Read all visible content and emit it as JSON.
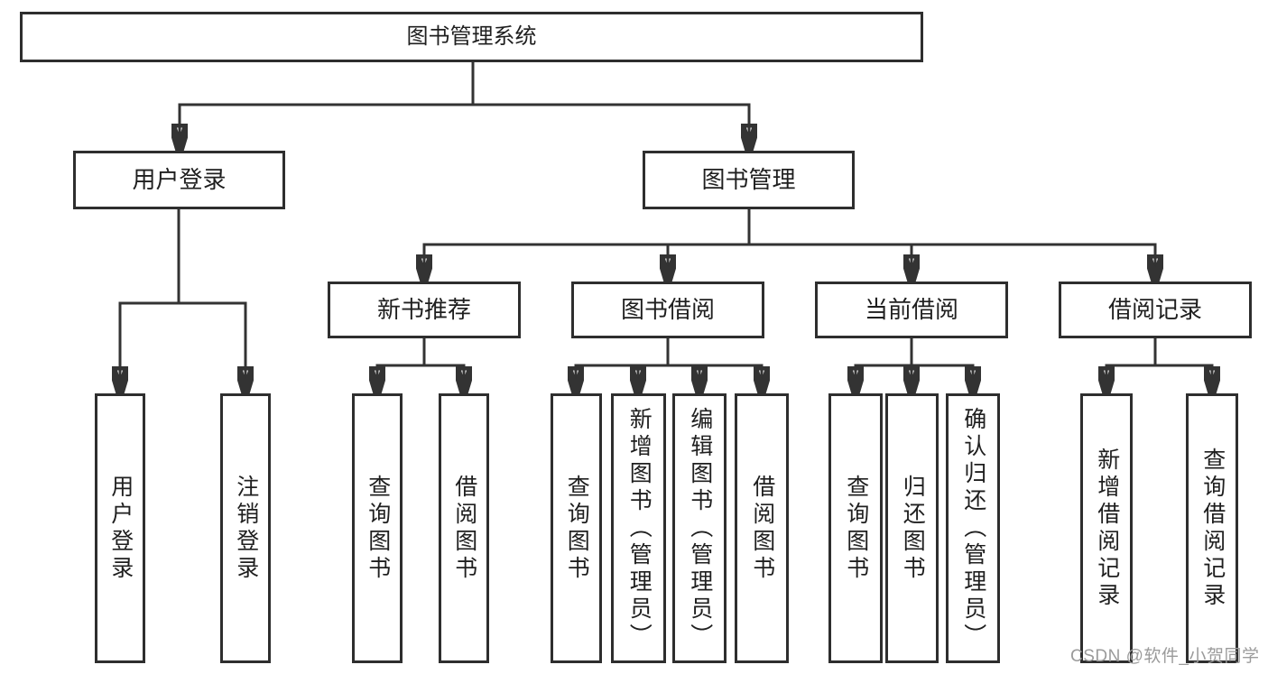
{
  "diagram_title": "图书管理系统",
  "watermark": {
    "text": "CSDN @软件_小贺同学",
    "color": "#9b9b9b"
  },
  "colors": {
    "background": "#ffffff",
    "box_border": "#2e2e2e",
    "box_fill": "#ffffff",
    "connector_line": "#333333",
    "text": "#1f1f1f",
    "watermark_text": "#9b9b9b"
  },
  "tree": {
    "root": {
      "label": "图书管理系统",
      "children": [
        {
          "label": "用户登录",
          "children": [
            {
              "label": "用户登录"
            },
            {
              "label": "注销登录"
            }
          ]
        },
        {
          "label": "图书管理",
          "children": [
            {
              "label": "新书推荐",
              "children": [
                {
                  "label": "查询图书"
                },
                {
                  "label": "借阅图书"
                }
              ]
            },
            {
              "label": "图书借阅",
              "children": [
                {
                  "label": "查询图书"
                },
                {
                  "label": "新增图书（管理员）"
                },
                {
                  "label": "编辑图书（管理员）"
                },
                {
                  "label": "借阅图书"
                }
              ]
            },
            {
              "label": "当前借阅",
              "children": [
                {
                  "label": "查询图书"
                },
                {
                  "label": "归还图书"
                },
                {
                  "label": "确认归还（管理员）"
                }
              ]
            },
            {
              "label": "借阅记录",
              "children": [
                {
                  "label": "新增借阅记录"
                },
                {
                  "label": "查询借阅记录"
                }
              ]
            }
          ]
        }
      ]
    }
  }
}
